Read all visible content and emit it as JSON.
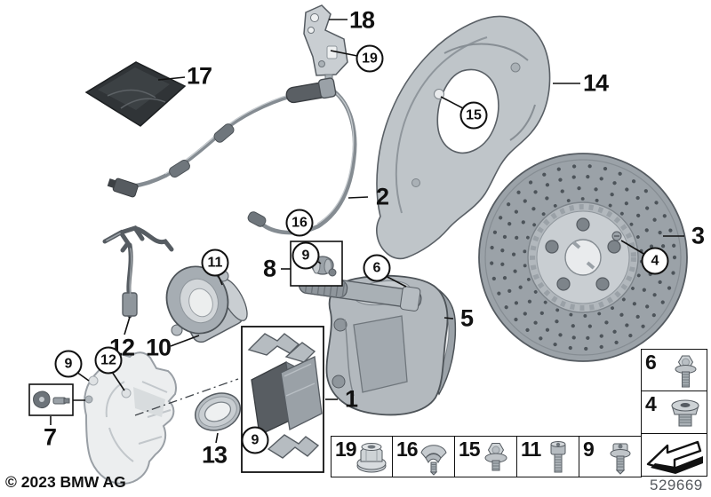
{
  "figure": {
    "copyright": "© 2023 BMW AG",
    "diagram_number": "529669"
  },
  "callouts": {
    "plain": [
      {
        "id": "17"
      },
      {
        "id": "18"
      },
      {
        "id": "2"
      },
      {
        "id": "14"
      },
      {
        "id": "3"
      },
      {
        "id": "8"
      },
      {
        "id": "5"
      },
      {
        "id": "12"
      },
      {
        "id": "10"
      },
      {
        "id": "1"
      },
      {
        "id": "7"
      },
      {
        "id": "13"
      }
    ],
    "circled": [
      {
        "id": "19"
      },
      {
        "id": "15"
      },
      {
        "id": "16"
      },
      {
        "id": "9"
      },
      {
        "id": "6"
      },
      {
        "id": "4"
      },
      {
        "id": "11"
      },
      {
        "id": "9"
      },
      {
        "id": "12"
      },
      {
        "id": "9"
      }
    ]
  },
  "fastener_legend": {
    "bottom_row": [
      {
        "label": "19",
        "icon": "collar-nut-icon"
      },
      {
        "label": "16",
        "icon": "clip-nut-with-screw-icon"
      },
      {
        "label": "15",
        "icon": "hex-flange-screw-icon"
      },
      {
        "label": "11",
        "icon": "cap-screw-icon"
      },
      {
        "label": "9",
        "icon": "torx-flange-screw-icon"
      }
    ],
    "right_column": [
      {
        "label": "6",
        "icon": "hex-flange-screw-icon"
      },
      {
        "label": "4",
        "icon": "countersunk-plug-icon"
      }
    ],
    "direction_arrow_icon": "direction-arrow-icon"
  },
  "colors": {
    "background": "#ffffff",
    "line_art": "#565c62",
    "label_text": "#111111",
    "diagram_number_text": "#55595e"
  }
}
